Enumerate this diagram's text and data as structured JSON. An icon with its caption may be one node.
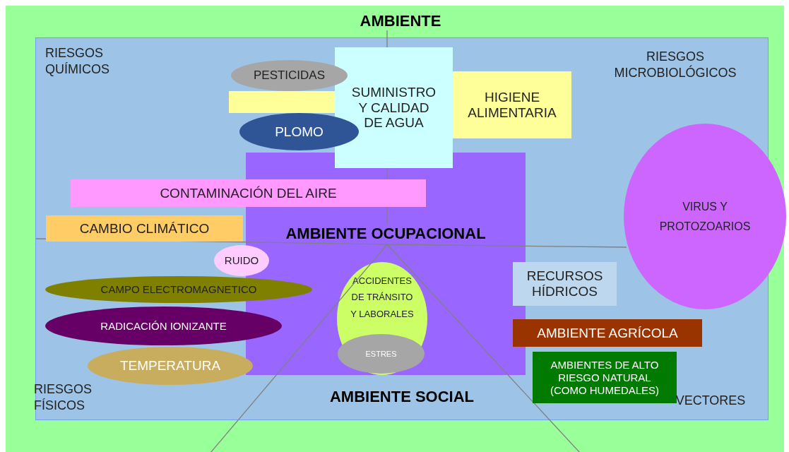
{
  "diagram": {
    "nodes": [
      {
        "text": [
          "AMBIENTE"
        ]
      },
      {
        "text": [
          "AMBIENTE SOCIAL"
        ],
        "in": 0
      },
      {
        "text": [
          "AMBIENTE OCUPACIONAL"
        ],
        "in": 1
      },
      {
        "text": [],
        "shape": "box",
        "in": 1
      },
      {
        "text": [
          "PESTICIDAS"
        ],
        "in": 1
      },
      {
        "text": [
          "PLOMO"
        ],
        "in": 1
      },
      {
        "text": [
          "SUMINISTRO Y CALIDAD DE AGUA"
        ],
        "in": 1
      },
      {
        "text": [
          "HIGIENE ALIMENTARIA"
        ],
        "in": 1
      },
      {
        "text": [
          "CONTAMINACIÓN DEL AIRE"
        ],
        "in": 1
      },
      {
        "text": [
          "CAMBIO CLIMÁTICO"
        ],
        "in": 1
      },
      {
        "text": [
          "RUIDO"
        ],
        "in": 1
      },
      {
        "text": [
          "CAMPO ELECTROMAGNETICO"
        ],
        "in": 1
      },
      {
        "text": [
          "RADICACIÓN IONIZANTE"
        ],
        "in": 1
      },
      {
        "text": [
          "TEMPERATURA"
        ],
        "in": 1
      },
      {
        "text": [
          "ACCIDENTES DE TRÁNSITO Y LABORALES"
        ],
        "in": 2
      },
      {
        "text": [
          "ESTRES"
        ],
        "in": 14
      },
      {
        "text": [
          "VIRUS Y PROTOZOARIOS"
        ],
        "in": 0
      },
      {
        "text": [
          "RECURSOS HÍDRICOS"
        ],
        "in": 1
      },
      {
        "text": [
          "AMBIENTE AGRÍCOLA"
        ],
        "in": 1
      },
      {
        "text": [
          "AMBIENTES DE ALTO RIESGO NATURAL (COMO HUMEDALES)"
        ],
        "in": 1
      }
    ],
    "labels": [
      "RIESGOS QUÍMICOS",
      "RIESGOS MICROBIOLÓGICOS",
      "RIESGOS FÍSICOS",
      "VECTORES"
    ]
  }
}
